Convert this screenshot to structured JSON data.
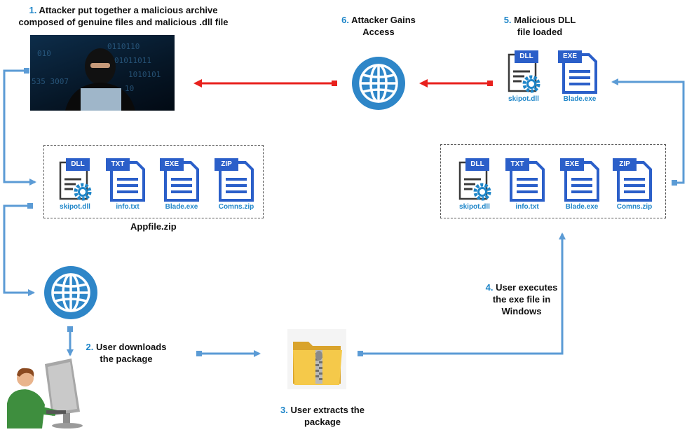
{
  "steps": {
    "s1": {
      "num": "1.",
      "line1": "Attacker put together a malicious archive",
      "line2": "composed of genuine files and malicious .dll file"
    },
    "s2": {
      "num": "2.",
      "line1": "User downloads",
      "line2": "the package"
    },
    "s3": {
      "num": "3.",
      "line1": "User extracts the",
      "line2": "package"
    },
    "s4": {
      "num": "4.",
      "line1": "User executes",
      "line2": "the exe file in",
      "line3": "Windows"
    },
    "s5": {
      "num": "5.",
      "line1": "Malicious DLL",
      "line2": "file loaded"
    },
    "s6": {
      "num": "6.",
      "line1": "Attacker Gains",
      "line2": "Access"
    }
  },
  "archive_caption": "Appfile.zip",
  "left_files": [
    {
      "tag": "DLL",
      "name": "skipot.dll"
    },
    {
      "tag": "TXT",
      "name": "info.txt"
    },
    {
      "tag": "EXE",
      "name": "Blade.exe"
    },
    {
      "tag": "ZIP",
      "name": "Comns.zip"
    }
  ],
  "right_files": [
    {
      "tag": "DLL",
      "name": "skipot.dll"
    },
    {
      "tag": "TXT",
      "name": "info.txt"
    },
    {
      "tag": "EXE",
      "name": "Blade.exe"
    },
    {
      "tag": "ZIP",
      "name": "Comns.zip"
    }
  ],
  "loaded_files": [
    {
      "tag": "DLL",
      "name": "skipot.dll"
    },
    {
      "tag": "EXE",
      "name": "Blade.exe"
    }
  ],
  "colors": {
    "blue_flow": "#5b9bd5",
    "red_flow": "#e8211d",
    "accent": "#1f86c9",
    "doc_blue": "#2b5fc9",
    "gear_blue": "#1f86c9"
  }
}
